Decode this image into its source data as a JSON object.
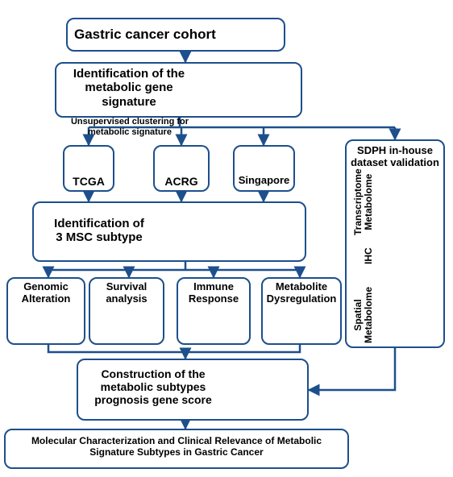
{
  "nodes": {
    "cohort": "Gastric cancer cohort",
    "identification": "Identification of the\nmetabolic gene\nsignature",
    "clustering_label": "Unsupervised clustering for\nmetabolic signature",
    "tcga": "TCGA",
    "acrg": "ACRG",
    "singapore": "Singapore",
    "msc": "Identification of\n3 MSC subtype",
    "genomic": "Genomic\nAlteration",
    "survival": "Survival\nanalysis",
    "immune": "Immune\nResponse",
    "metabolite": "Metabolite\nDysregulation",
    "construction": "Construction of the\nmetabolic subtypes\nprognosis gene score",
    "final": "Molecular Characterization and Clinical Relevance of Metabolic\nSignature Subtypes in Gastric Cancer",
    "sdph": "SDPH in-house\ndataset validation",
    "transcriptome": "Transcriptome\nMetabolome",
    "ihc": "IHC",
    "spatial": "Spatial\nMetabolome"
  },
  "colors": {
    "border": "#1d4f8c",
    "arrow": "#1d4f8c",
    "person": "#1f6fd1",
    "heat_red": "#c0392b",
    "heat_blue": "#2c4f9e"
  },
  "icons": [
    "person-icon",
    "heatmap-icon",
    "survival-curve-icon",
    "bar-chart-icon"
  ]
}
